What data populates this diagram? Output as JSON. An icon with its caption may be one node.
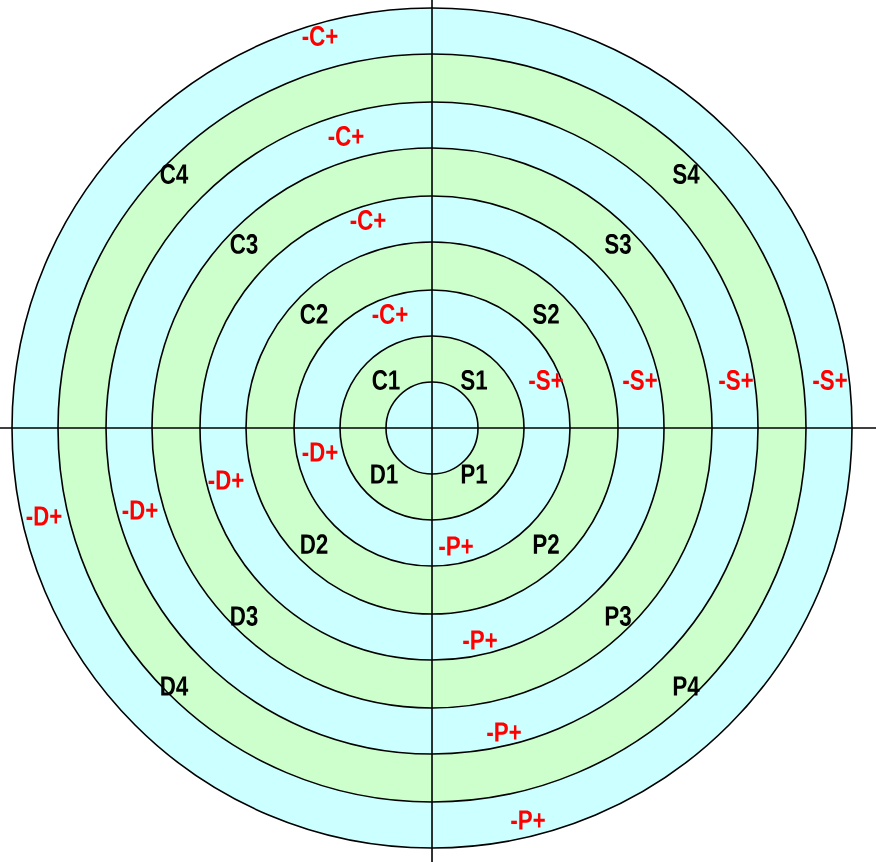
{
  "diagram": {
    "labels": [
      "-C+",
      "-C+",
      "C4",
      "S4",
      "-C+",
      "C3",
      "S3",
      "C2",
      "-C+",
      "S2",
      "C1",
      "S1",
      "-S+",
      "-S+",
      "-S+",
      "-S+",
      "-D+",
      "-D+",
      "-D+",
      "-D+",
      "D1",
      "P1",
      "D2",
      "-P+",
      "P2",
      "D3",
      "P3",
      "-P+",
      "D4",
      "P4",
      "-P+",
      "-P+"
    ]
  }
}
